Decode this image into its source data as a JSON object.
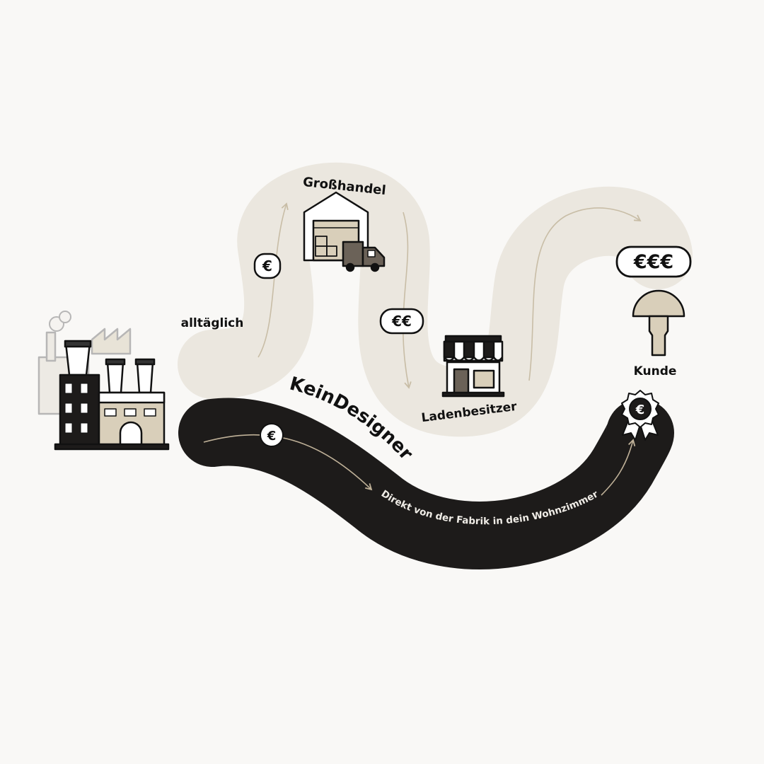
{
  "labels": {
    "everyday": "alltäglich",
    "wholesale": "Großhandel",
    "retailer": "Ladenbesitzer",
    "customer": "Kunde",
    "brand": "KeinDesigner",
    "direct_route": "Direkt von der Fabrik in dein Wohnzimmer"
  },
  "price_tags": {
    "one": "€",
    "two": "€€",
    "three": "€€€",
    "direct": "€",
    "badge": "€"
  },
  "colors": {
    "background": "#f9f8f6",
    "light_road": "#ebe7df",
    "dark_road": "#1d1b1a",
    "arrow_light": "#c8bda6",
    "arrow_dark": "#bfb198",
    "beige": "#d9cfba",
    "ink": "#111111"
  },
  "icons": {
    "factory": "factory-icon",
    "warehouse": "warehouse-truck-icon",
    "shop": "shop-icon",
    "customer": "customer-pawn-icon",
    "badge": "euro-badge-icon"
  }
}
